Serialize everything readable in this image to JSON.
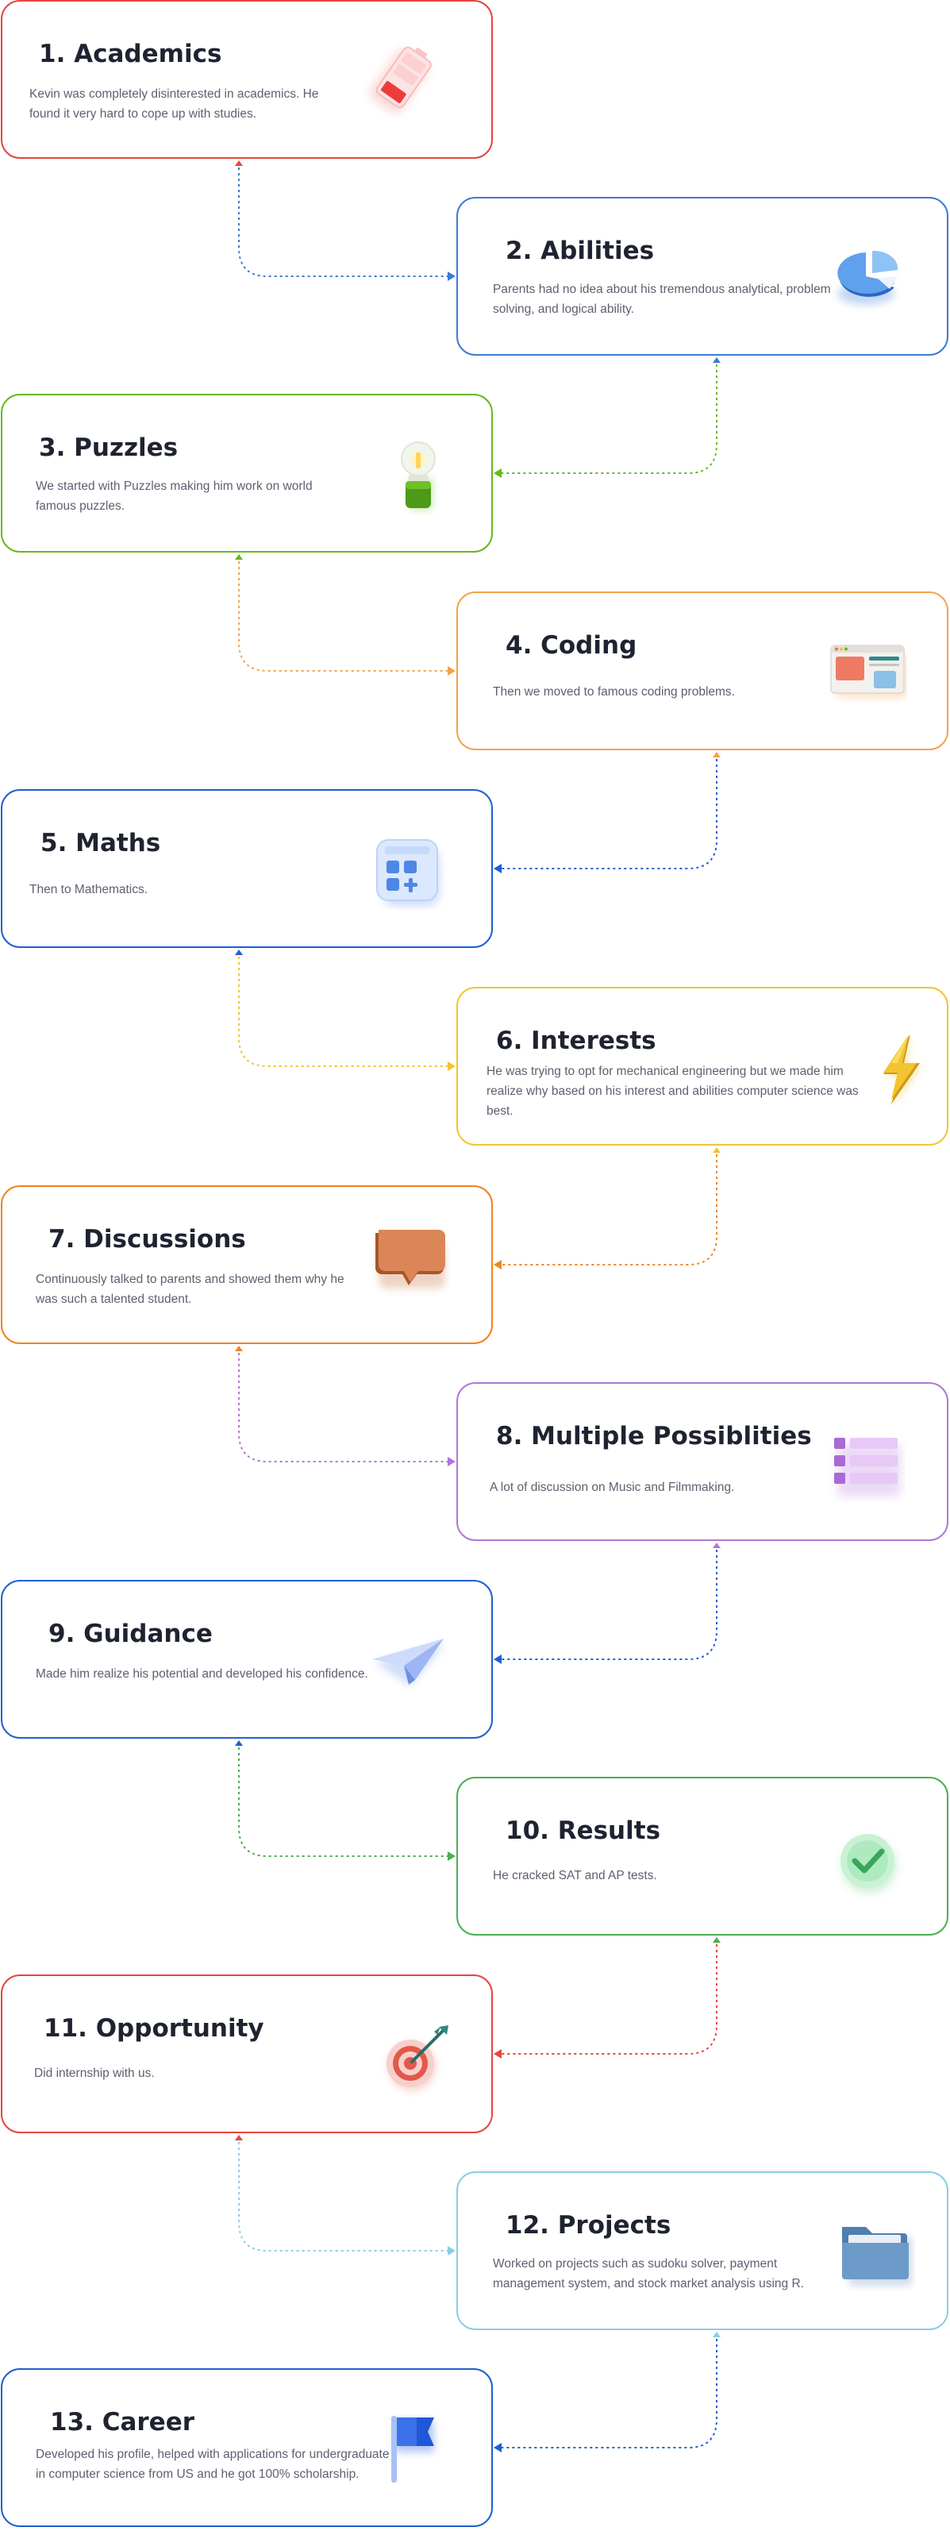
{
  "steps": [
    {
      "title": "1. Academics",
      "desc": "Kevin was completely disinterested in academics. He found it very hard to cope up with studies.",
      "color": "#e8453c",
      "icon": "battery-low-icon"
    },
    {
      "title": "2. Abilities",
      "desc": "Parents had no idea about his tremendous analytical, problem solving, and logical ability.",
      "color": "#3b7bd6",
      "icon": "pie-chart-icon"
    },
    {
      "title": "3. Puzzles",
      "desc": "We started with Puzzles making him work on world famous puzzles.",
      "color": "#66b81c",
      "icon": "lightbulb-icon"
    },
    {
      "title": "4. Coding",
      "desc": "Then we moved to famous coding problems.",
      "color": "#f5a24c",
      "icon": "browser-window-icon"
    },
    {
      "title": "5. Maths",
      "desc": "Then to Mathematics.",
      "color": "#1d5fd1",
      "icon": "calculator-icon"
    },
    {
      "title": "6. Interests",
      "desc": "He was trying to opt for mechanical engineering but we made him realize why based on his interest and abilities computer science was best.",
      "color": "#f2c530",
      "icon": "lightning-bolt-icon"
    },
    {
      "title": "7. Discussions",
      "desc": "Continuously talked to parents and showed them why he was such a talented student.",
      "color": "#f0841f",
      "icon": "speech-bubble-icon"
    },
    {
      "title": "8. Multiple Possiblities",
      "desc": "A lot of discussion on Music and Filmmaking.",
      "color": "#b276d8",
      "icon": "checklist-icon"
    },
    {
      "title": "9. Guidance",
      "desc": "Made him realize his potential and developed his confidence.",
      "color": "#2060d0",
      "icon": "paper-plane-icon"
    },
    {
      "title": "10. Results",
      "desc": "He cracked SAT and AP tests.",
      "color": "#4caf50",
      "icon": "checkmark-icon"
    },
    {
      "title": "11. Opportunity",
      "desc": "Did internship with us.",
      "color": "#e8453c",
      "icon": "target-icon"
    },
    {
      "title": "12. Projects",
      "desc": "Worked on projects such as sudoku solver, payment management system, and stock market analysis using R.",
      "color": "#8ccce8",
      "icon": "folder-icon"
    },
    {
      "title": "13. Career",
      "desc": "Developed his profile, helped with applications for undergraduate in computer science from US and he got 100% scholarship.",
      "color": "#1d5fd1",
      "icon": "flag-icon"
    }
  ]
}
